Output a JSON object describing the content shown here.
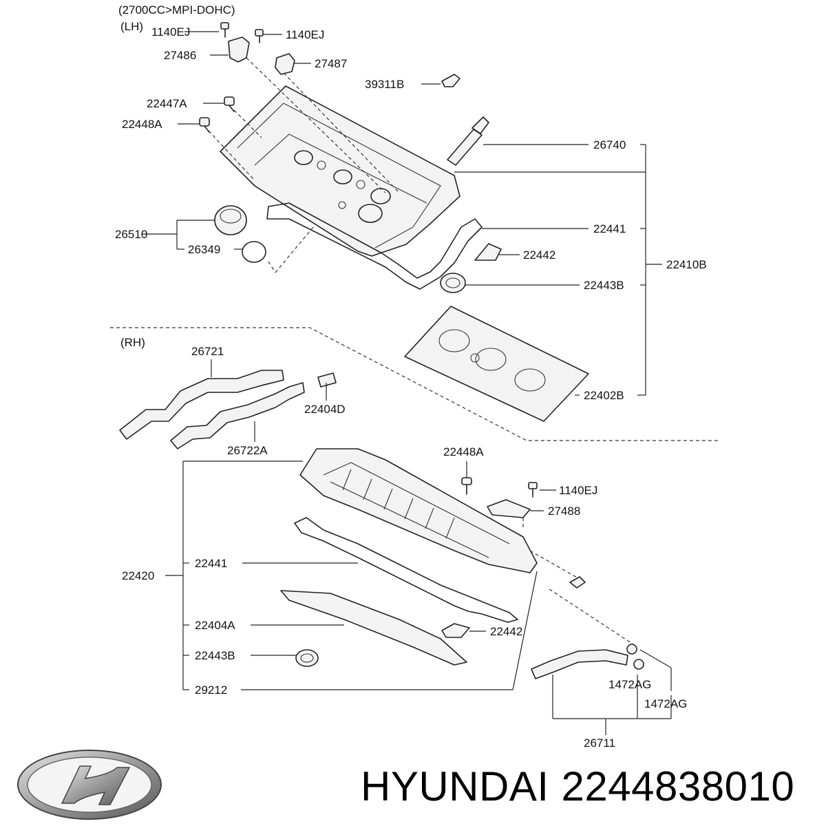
{
  "diagram": {
    "section_lh": {
      "engine": "(2700CC>MPI-DOHC)",
      "side": "(LH)"
    },
    "section_rh": {
      "side": "(RH)"
    },
    "labels": {
      "lh_1140ej_a": "1140EJ",
      "lh_1140ej_b": "1140EJ",
      "p27486": "27486",
      "p27487": "27487",
      "p39311b": "39311B",
      "lh_22447a": "22447A",
      "lh_22448a": "22448A",
      "p26740": "26740",
      "p26510": "26510",
      "p26349": "26349",
      "lh_22441": "22441",
      "lh_22442": "22442",
      "p22410b": "22410B",
      "lh_22443b": "22443B",
      "p22402b": "22402B",
      "p26721": "26721",
      "p22404d": "22404D",
      "p26722a": "26722A",
      "rh_22448a": "22448A",
      "rh_1140ej": "1140EJ",
      "p27488": "27488",
      "p22420": "22420",
      "rh_22441": "22441",
      "p22404a": "22404A",
      "rh_22442": "22442",
      "rh_22443b": "22443B",
      "p29212": "29212",
      "p1472ag_a": "1472AG",
      "p1472ag_b": "1472AG",
      "p26711": "26711"
    }
  },
  "footer": {
    "brand": "HYUNDAI",
    "part_number": "2244838010",
    "logo_icon": "hyundai-logo-icon"
  }
}
